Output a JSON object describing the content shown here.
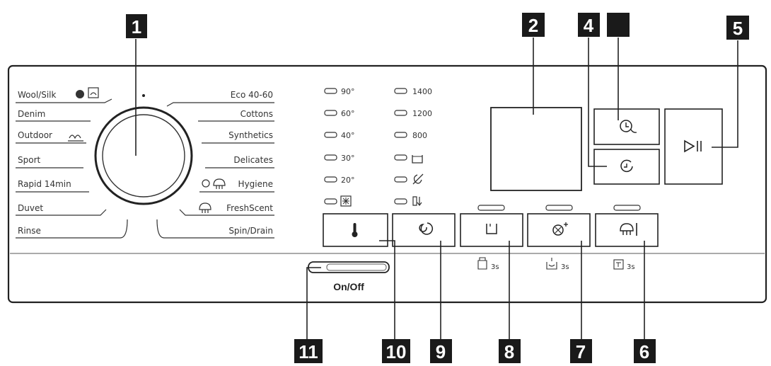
{
  "programmes_left": [
    "Wool/Silk",
    "Denim",
    "Outdoor",
    "Sport",
    "Rapid 14min",
    "Duvet",
    "Rinse"
  ],
  "programmes_right": [
    "Eco 40-60",
    "Cottons",
    "Synthetics",
    "Delicates",
    "Hygiene",
    "FreshScent",
    "Spin/Drain"
  ],
  "temperatures": [
    "90°",
    "60°",
    "40°",
    "30°",
    "20°"
  ],
  "spin_speeds": [
    "1400",
    "1200",
    "800"
  ],
  "on_off_label": "On/Off",
  "hold_labels": [
    "3s",
    "3s",
    "3s"
  ],
  "callouts": [
    "1",
    "2",
    "4",
    "5",
    "11",
    "10",
    "9",
    "8",
    "7",
    "6"
  ]
}
